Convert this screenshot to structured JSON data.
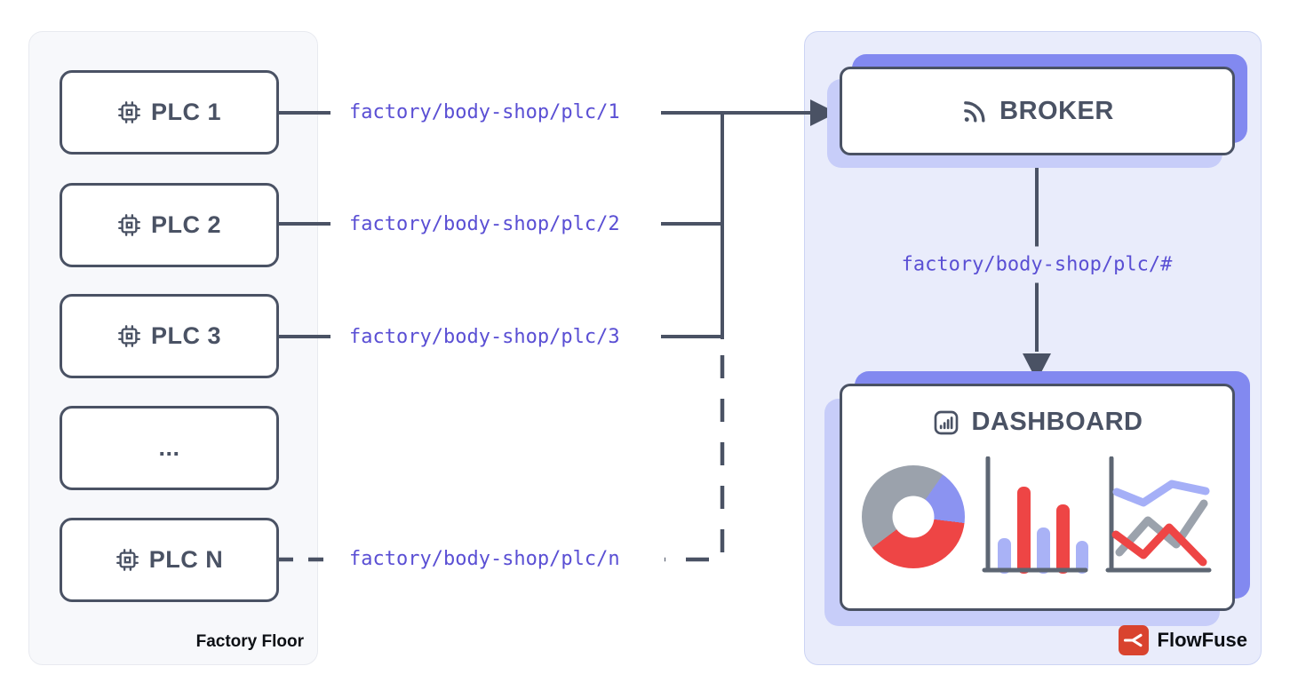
{
  "factory_panel": {
    "label": "Factory Floor",
    "plcs": [
      {
        "label": "PLC 1"
      },
      {
        "label": "PLC 2"
      },
      {
        "label": "PLC 3"
      },
      {
        "label": "..."
      },
      {
        "label": "PLC N"
      }
    ]
  },
  "topics": {
    "plc1": "factory/body-shop/plc/1",
    "plc2": "factory/body-shop/plc/2",
    "plc3": "factory/body-shop/plc/3",
    "plcn": "factory/body-shop/plc/n",
    "wildcard": "factory/body-shop/plc/#"
  },
  "cloud_panel": {
    "broker_label": "BROKER",
    "dashboard_label": "DASHBOARD",
    "brand_name": "FlowFuse"
  },
  "icons": {
    "plc": "cpu-chip-icon",
    "broker": "rss-signal-icon",
    "dashboard_header": "bar-chart-square-icon",
    "dashboard_widgets": [
      "donut-chart",
      "bar-chart",
      "line-chart"
    ],
    "brand": "flowfuse-logo-icon"
  },
  "colors": {
    "line_slate": "#4a5264",
    "topic_purple": "#5a4fd4",
    "panel_left_bg": "#f7f8fb",
    "panel_right_bg": "#e9ecfb",
    "shadow_dark_indigo": "#8289f0",
    "shadow_light_indigo": "#c7cdf9",
    "chart_red": "#ee4545",
    "chart_periwinkle": "#8b93f1",
    "chart_bar_periwinkle": "#a9b2f6",
    "chart_gray": "#9ba2ac",
    "flowfuse_red": "#d9432e"
  }
}
